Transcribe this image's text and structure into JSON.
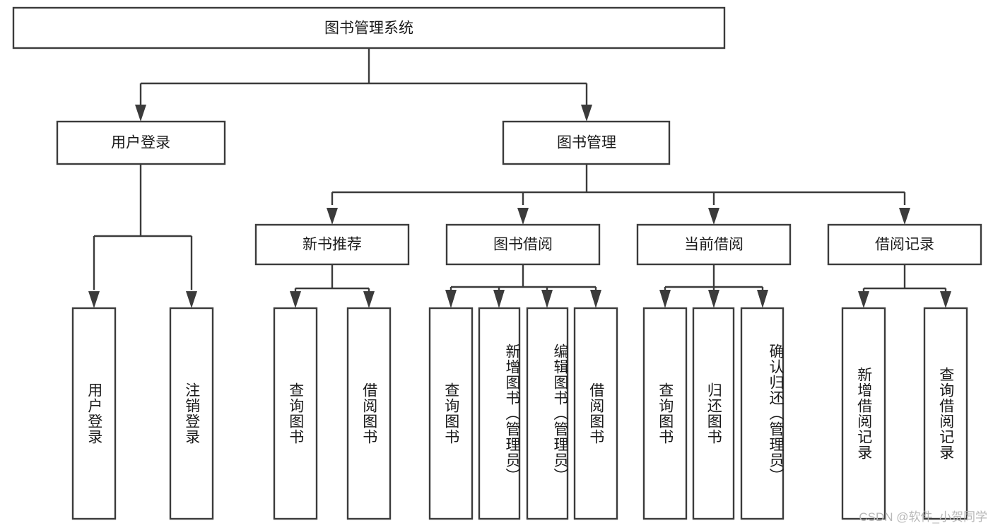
{
  "diagram": {
    "title": "图书管理系统",
    "type": "tree",
    "root": {
      "id": "root",
      "label": "图书管理系统",
      "orientation": "horizontal"
    },
    "level2": [
      {
        "id": "user-login",
        "label": "用户登录",
        "orientation": "horizontal"
      },
      {
        "id": "book-management",
        "label": "图书管理",
        "orientation": "horizontal"
      }
    ],
    "level3": [
      {
        "id": "new-book-recommend",
        "label": "新书推荐",
        "parent": "book-management",
        "orientation": "horizontal"
      },
      {
        "id": "book-borrow",
        "label": "图书借阅",
        "parent": "book-management",
        "orientation": "horizontal"
      },
      {
        "id": "current-borrow",
        "label": "当前借阅",
        "parent": "book-management",
        "orientation": "horizontal"
      },
      {
        "id": "borrow-record",
        "label": "借阅记录",
        "parent": "book-management",
        "orientation": "horizontal"
      }
    ],
    "leaves": [
      {
        "id": "leaf-user-login",
        "label": "用户登录",
        "parent": "user-login",
        "orientation": "vertical"
      },
      {
        "id": "leaf-logout-login",
        "label": "注销登录",
        "parent": "user-login",
        "orientation": "vertical"
      },
      {
        "id": "leaf-query-book-1",
        "label": "查询图书",
        "parent": "new-book-recommend",
        "orientation": "vertical"
      },
      {
        "id": "leaf-borrow-book-1",
        "label": "借阅图书",
        "parent": "new-book-recommend",
        "orientation": "vertical"
      },
      {
        "id": "leaf-query-book-2",
        "label": "查询图书",
        "parent": "book-borrow",
        "orientation": "vertical"
      },
      {
        "id": "leaf-add-book-admin",
        "label": "新增图书（管理员）",
        "parent": "book-borrow",
        "orientation": "vertical"
      },
      {
        "id": "leaf-edit-book-admin",
        "label": "编辑图书（管理员）",
        "parent": "book-borrow",
        "orientation": "vertical"
      },
      {
        "id": "leaf-borrow-book-2",
        "label": "借阅图书",
        "parent": "book-borrow",
        "orientation": "vertical"
      },
      {
        "id": "leaf-query-book-3",
        "label": "查询图书",
        "parent": "current-borrow",
        "orientation": "vertical"
      },
      {
        "id": "leaf-return-book",
        "label": "归还图书",
        "parent": "current-borrow",
        "orientation": "vertical"
      },
      {
        "id": "leaf-confirm-return-admin",
        "label": "确认归还（管理员）",
        "parent": "current-borrow",
        "orientation": "vertical"
      },
      {
        "id": "leaf-add-borrow-record",
        "label": "新增借阅记录",
        "parent": "borrow-record",
        "orientation": "vertical"
      },
      {
        "id": "leaf-query-borrow-record",
        "label": "查询借阅记录",
        "parent": "borrow-record",
        "orientation": "vertical"
      }
    ]
  },
  "watermark": {
    "text": "CSDN @软件_小贺同学"
  },
  "colors": {
    "stroke": "#3b3b3b",
    "box_fill": "#ffffff",
    "text": "#1a1a1a",
    "background": "#ffffff",
    "watermark_text": "#b8b8b8"
  }
}
